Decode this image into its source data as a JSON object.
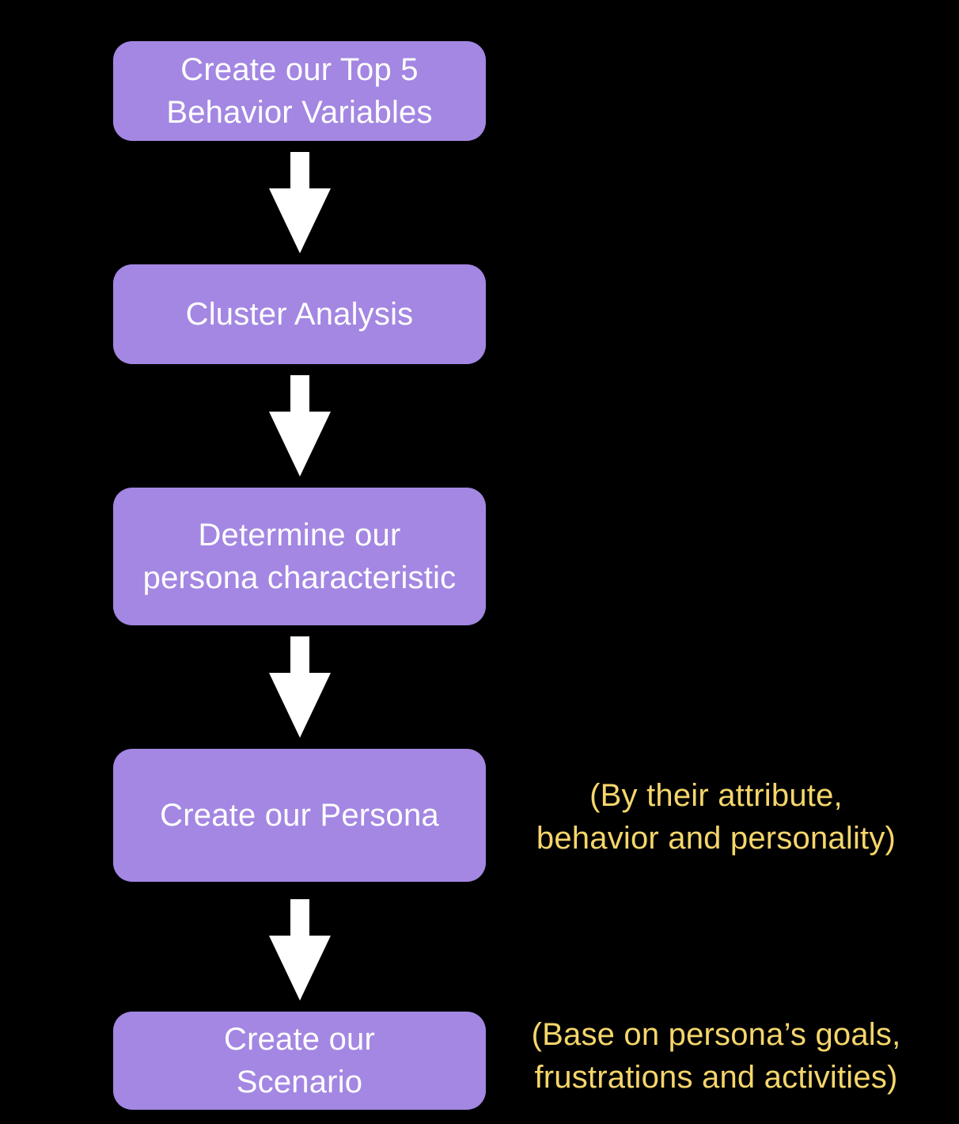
{
  "colors": {
    "background": "#000000",
    "box_fill": "#a387e2",
    "box_text": "#ffffff",
    "arrow": "#ffffff",
    "note_text": "#f5d66b"
  },
  "steps": [
    {
      "label": "Create our Top 5\nBehavior Variables"
    },
    {
      "label": "Cluster Analysis"
    },
    {
      "label": "Determine our\npersona characteristic"
    },
    {
      "label": "Create our Persona"
    },
    {
      "label": "Create our\nScenario"
    }
  ],
  "notes": {
    "persona": "(By their attribute,\nbehavior and personality)",
    "scenario": "(Base on persona’s goals,\nfrustrations and activities)"
  }
}
